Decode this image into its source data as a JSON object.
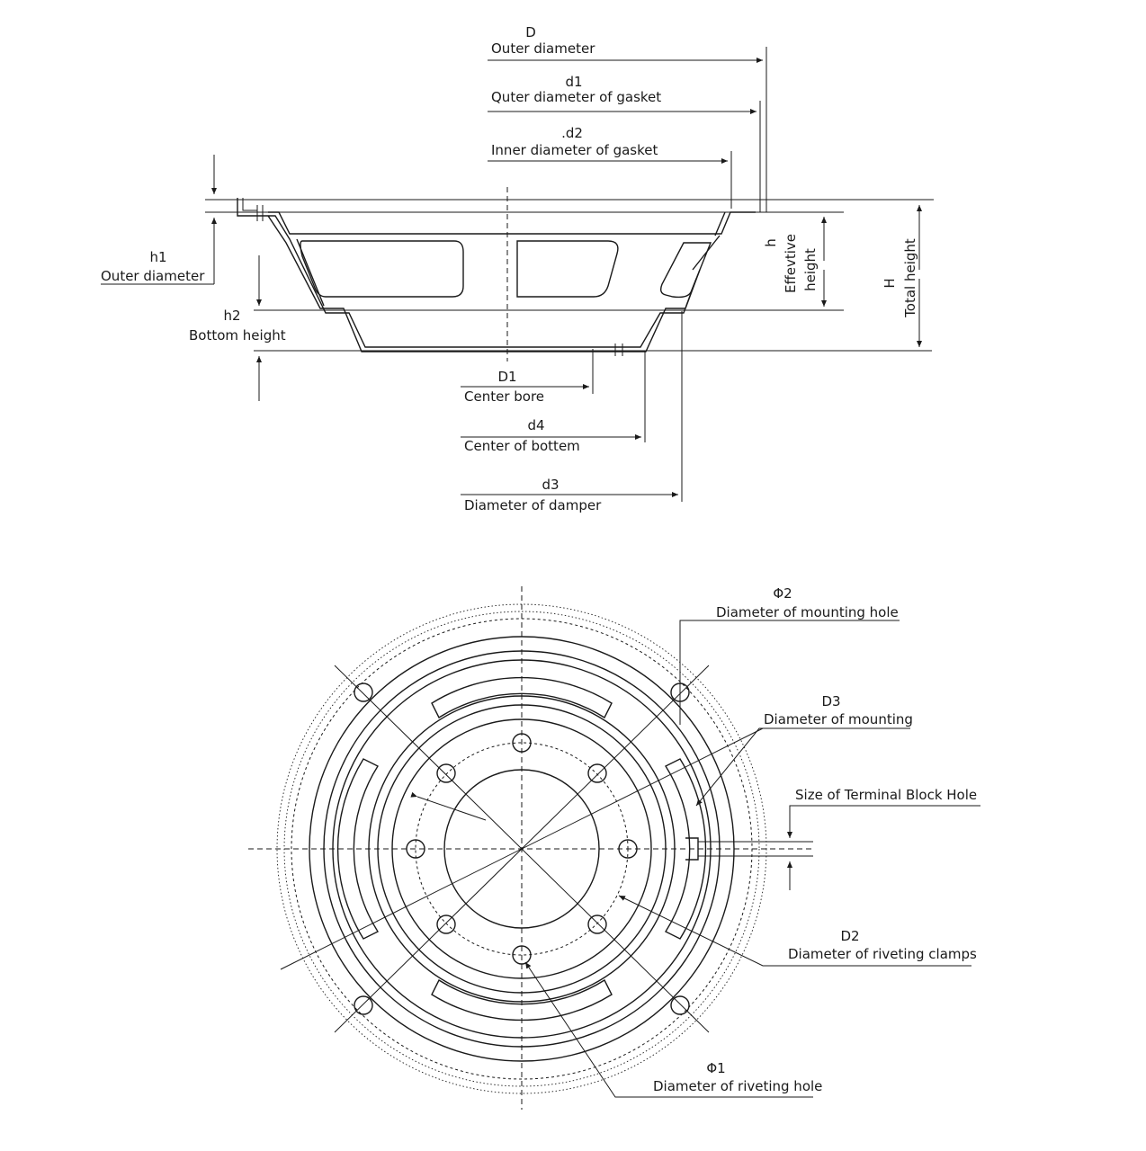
{
  "side_view": {
    "D": {
      "symbol": "D",
      "label": "Outer diameter"
    },
    "d1": {
      "symbol": "d1",
      "label": "Quter diameter of gasket"
    },
    "d2": {
      "symbol": ".d2",
      "label": "Inner diameter of gasket"
    },
    "h1": {
      "symbol": "h1",
      "label": "Outer diameter"
    },
    "h2": {
      "symbol": "h2",
      "label": "Bottom height"
    },
    "h": {
      "symbol": "h",
      "label1": "Effevtive",
      "label2": "height"
    },
    "H": {
      "symbol": "H",
      "label": "Total height"
    },
    "D1": {
      "symbol": "D1",
      "label": "Center bore"
    },
    "d4": {
      "symbol": "d4",
      "label": "Center of bottem"
    },
    "d3": {
      "symbol": "d3",
      "label": "Diameter of damper"
    }
  },
  "top_view": {
    "phi2": {
      "symbol": "Φ2",
      "label": "Diameter of mounting hole"
    },
    "D3": {
      "symbol": "D3",
      "label": "Diameter of mounting"
    },
    "terminal": {
      "label": "Size of Terminal Block Hole"
    },
    "D2": {
      "symbol": "D2",
      "label": "Diameter of riveting clamps"
    },
    "phi1": {
      "symbol": "Φ1",
      "label": "Diameter of riveting hole"
    }
  }
}
